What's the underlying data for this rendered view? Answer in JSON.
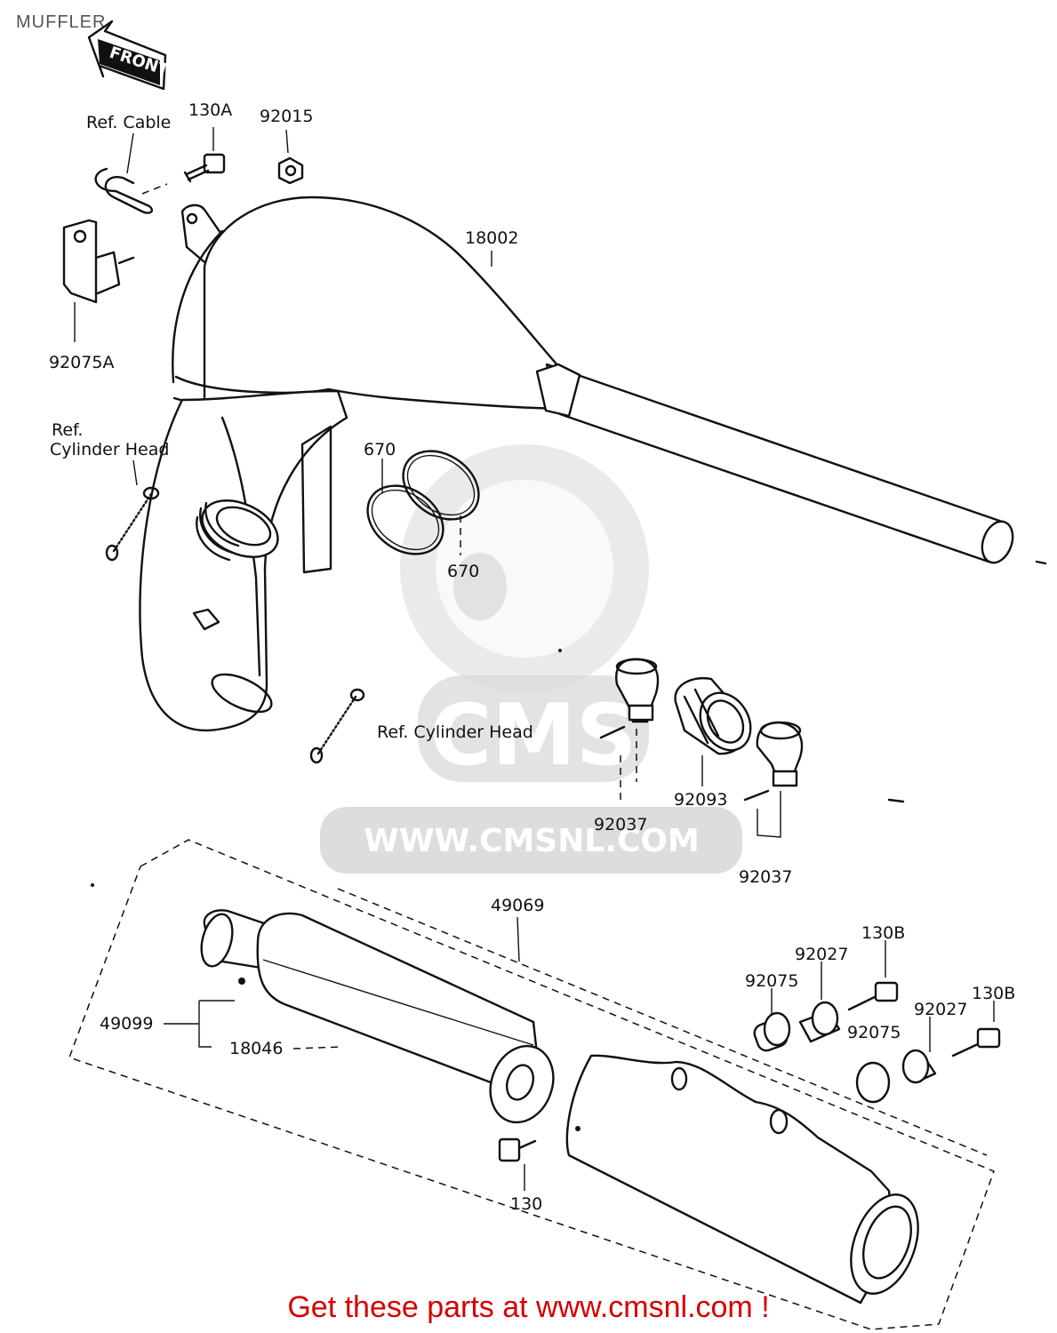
{
  "title": "MUFFLER",
  "front_marker": "FRONT",
  "watermark": {
    "logo_text": "CMS",
    "url": "WWW.CMSNL.COM"
  },
  "labels": {
    "ref_cable": "Ref. Cable",
    "p130A": "130A",
    "p92015": "92015",
    "p18002": "18002",
    "p92075A": "92075A",
    "ref_cyl_head_1a": "Ref.",
    "ref_cyl_head_1b": "Cylinder Head",
    "p670_top": "670",
    "p670_bottom": "670",
    "ref_cyl_head_2": "Ref. Cylinder Head",
    "p92037_left": "92037",
    "p92093": "92093",
    "p92037_right": "92037",
    "p49069": "49069",
    "p130B_top": "130B",
    "p92027_top": "92027",
    "p92075_top": "92075",
    "p130B_right": "130B",
    "p92027_right": "92027",
    "p92075_right": "92075",
    "p49099": "49099",
    "p18046": "18046",
    "p130": "130"
  },
  "footer_cta": "Get these parts at www.cmsnl.com !",
  "colors": {
    "line": "#111111",
    "watermark": "#d9d9d9",
    "cta": "#d40000",
    "title": "#555555"
  }
}
